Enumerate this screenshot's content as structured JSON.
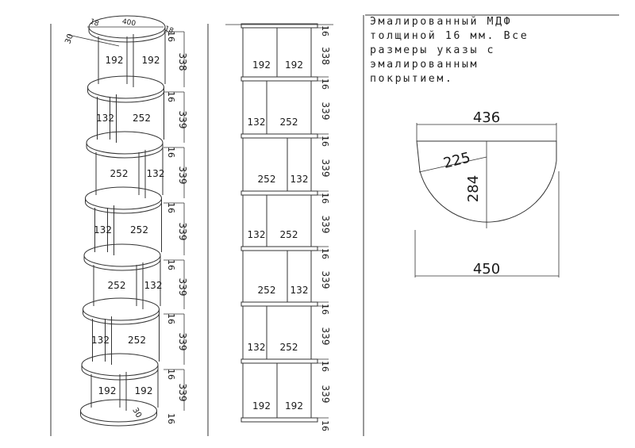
{
  "note": {
    "lines": [
      "Эмалированный МДФ",
      "толщиной 16 мм. Все",
      "размеры указы с",
      "эмалированным",
      "покрытием."
    ]
  },
  "iso": {
    "top_depth": "30",
    "top_left": "18",
    "top_width": "400",
    "top_right": "18",
    "bottom_label": "30",
    "shelf_thickness": "16",
    "sections": [
      {
        "height": "338",
        "left": "192",
        "right": "192"
      },
      {
        "height": "339",
        "left": "132",
        "right": "252"
      },
      {
        "height": "339",
        "left": "252",
        "right": "132"
      },
      {
        "height": "339",
        "left": "132",
        "right": "252"
      },
      {
        "height": "339",
        "left": "252",
        "right": "132"
      },
      {
        "height": "339",
        "left": "132",
        "right": "252"
      },
      {
        "height": "339",
        "left": "192",
        "right": "192"
      }
    ]
  },
  "front": {
    "shelf_thickness": "16",
    "sections": [
      {
        "height": "338",
        "left": "192",
        "right": "192"
      },
      {
        "height": "339",
        "left": "132",
        "right": "252"
      },
      {
        "height": "339",
        "left": "252",
        "right": "132"
      },
      {
        "height": "339",
        "left": "132",
        "right": "252"
      },
      {
        "height": "339",
        "left": "252",
        "right": "132"
      },
      {
        "height": "339",
        "left": "132",
        "right": "252"
      },
      {
        "height": "339",
        "left": "192",
        "right": "192"
      }
    ]
  },
  "shelf_plan": {
    "top_width": "436",
    "radius": "225",
    "depth": "284",
    "bottom_width": "450"
  }
}
